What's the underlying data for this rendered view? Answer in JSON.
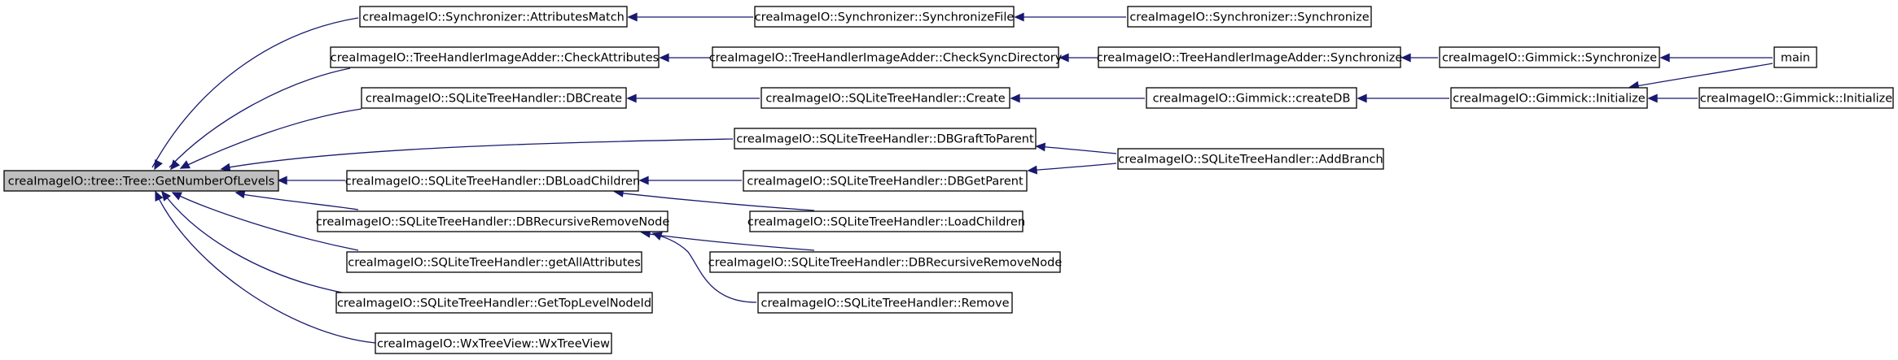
{
  "colors": {
    "edge": "#191970",
    "root_fill": "#bfbfbf",
    "node_fill": "#ffffff",
    "node_stroke": "#000000"
  },
  "graph": {
    "nodes": [
      {
        "id": "root",
        "label": "creaImageIO::tree::Tree::GetNumberOfLevels",
        "root": true
      },
      {
        "id": "sync_attrmatch",
        "label": "creaImageIO::Synchronizer::AttributesMatch"
      },
      {
        "id": "sync_syncfile",
        "label": "creaImageIO::Synchronizer::SynchronizeFile"
      },
      {
        "id": "sync_sync",
        "label": "creaImageIO::Synchronizer::Synchronize"
      },
      {
        "id": "thia_checkattr",
        "label": "creaImageIO::TreeHandlerImageAdder::CheckAttributes"
      },
      {
        "id": "thia_checksyncdir",
        "label": "creaImageIO::TreeHandlerImageAdder::CheckSyncDirectory"
      },
      {
        "id": "thia_sync",
        "label": "creaImageIO::TreeHandlerImageAdder::Synchronize"
      },
      {
        "id": "gim_sync",
        "label": "creaImageIO::Gimmick::Synchronize"
      },
      {
        "id": "main",
        "label": "main"
      },
      {
        "id": "sqlite_dbcreate",
        "label": "creaImageIO::SQLiteTreeHandler::DBCreate"
      },
      {
        "id": "sqlite_create",
        "label": "creaImageIO::SQLiteTreeHandler::Create"
      },
      {
        "id": "gim_createdb",
        "label": "creaImageIO::Gimmick::createDB"
      },
      {
        "id": "gim_init",
        "label": "creaImageIO::Gimmick::Initialize"
      },
      {
        "id": "gim_init2",
        "label": "creaImageIO::Gimmick::Initialize"
      },
      {
        "id": "sqlite_dbgraft",
        "label": "creaImageIO::SQLiteTreeHandler::DBGraftToParent"
      },
      {
        "id": "sqlite_addbranch",
        "label": "creaImageIO::SQLiteTreeHandler::AddBranch"
      },
      {
        "id": "sqlite_dbloadchildren",
        "label": "creaImageIO::SQLiteTreeHandler::DBLoadChildren"
      },
      {
        "id": "sqlite_dbgetparent",
        "label": "creaImageIO::SQLiteTreeHandler::DBGetParent"
      },
      {
        "id": "sqlite_loadchildren",
        "label": "creaImageIO::SQLiteTreeHandler::LoadChildren"
      },
      {
        "id": "sqlite_dbrecrm_a",
        "label": "creaImageIO::SQLiteTreeHandler::DBRecursiveRemoveNode"
      },
      {
        "id": "sqlite_dbrecrm_b",
        "label": "creaImageIO::SQLiteTreeHandler::DBRecursiveRemoveNode"
      },
      {
        "id": "sqlite_remove",
        "label": "creaImageIO::SQLiteTreeHandler::Remove"
      },
      {
        "id": "sqlite_getallattr",
        "label": "creaImageIO::SQLiteTreeHandler::getAllAttributes"
      },
      {
        "id": "sqlite_gettoplevel",
        "label": "creaImageIO::SQLiteTreeHandler::GetTopLevelNodeId"
      },
      {
        "id": "wx_treeview",
        "label": "creaImageIO::WxTreeView::WxTreeView"
      }
    ],
    "edges": [
      {
        "from": "sync_attrmatch",
        "to": "root"
      },
      {
        "from": "thia_checkattr",
        "to": "root"
      },
      {
        "from": "sqlite_dbcreate",
        "to": "root"
      },
      {
        "from": "sqlite_dbgraft",
        "to": "root"
      },
      {
        "from": "sqlite_dbloadchildren",
        "to": "root"
      },
      {
        "from": "sqlite_dbrecrm_a",
        "to": "root"
      },
      {
        "from": "sqlite_getallattr",
        "to": "root"
      },
      {
        "from": "sqlite_gettoplevel",
        "to": "root"
      },
      {
        "from": "wx_treeview",
        "to": "root"
      },
      {
        "from": "sync_syncfile",
        "to": "sync_attrmatch"
      },
      {
        "from": "sync_sync",
        "to": "sync_syncfile"
      },
      {
        "from": "thia_checksyncdir",
        "to": "thia_checkattr"
      },
      {
        "from": "thia_sync",
        "to": "thia_checksyncdir"
      },
      {
        "from": "gim_sync",
        "to": "thia_sync"
      },
      {
        "from": "main",
        "to": "gim_sync"
      },
      {
        "from": "sqlite_create",
        "to": "sqlite_dbcreate"
      },
      {
        "from": "gim_createdb",
        "to": "sqlite_create"
      },
      {
        "from": "gim_init",
        "to": "gim_createdb"
      },
      {
        "from": "main",
        "to": "gim_init"
      },
      {
        "from": "gim_init2",
        "to": "gim_init"
      },
      {
        "from": "sqlite_addbranch",
        "to": "sqlite_dbgraft"
      },
      {
        "from": "sqlite_dbgetparent",
        "to": "sqlite_dbloadchildren"
      },
      {
        "from": "sqlite_addbranch",
        "to": "sqlite_dbgetparent"
      },
      {
        "from": "sqlite_loadchildren",
        "to": "sqlite_dbloadchildren"
      },
      {
        "from": "sqlite_dbrecrm_b",
        "to": "sqlite_dbrecrm_a"
      },
      {
        "from": "sqlite_remove",
        "to": "sqlite_dbrecrm_a"
      }
    ]
  }
}
